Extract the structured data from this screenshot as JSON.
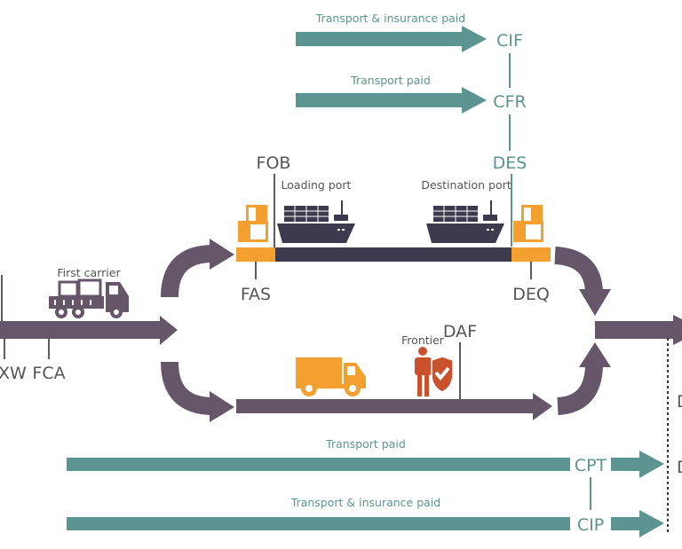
{
  "colors": {
    "teal": "#5b9491",
    "purple": "#66566a",
    "navy": "#3e3a4e",
    "orange": "#f4a030",
    "red": "#c9512b",
    "text": "#555555"
  },
  "top": {
    "cif": {
      "caption": "Transport & insurance paid",
      "code": "CIF"
    },
    "cfr": {
      "caption": "Transport paid",
      "code": "CFR"
    },
    "des": "DES"
  },
  "sea": {
    "fob": "FOB",
    "fas": "FAS",
    "deq": "DEQ",
    "loading_port": "Loading port",
    "destination_port": "Destination port",
    "icons": [
      "boxes-icon",
      "ship-icon",
      "ship-icon",
      "boxes-icon"
    ]
  },
  "land": {
    "first_carrier": "First carrier",
    "exw": "XW",
    "fca": "FCA",
    "frontier": "Frontier",
    "daf": "DAF",
    "icons": [
      "truck-icon",
      "delivery-truck-icon",
      "border-guard-icon"
    ]
  },
  "bottom": {
    "cpt": {
      "caption": "Transport paid",
      "code": "CPT"
    },
    "cip": {
      "caption": "Transport & insurance paid",
      "code": "CIP"
    }
  },
  "right": {
    "d1": "D",
    "d2": "D"
  }
}
